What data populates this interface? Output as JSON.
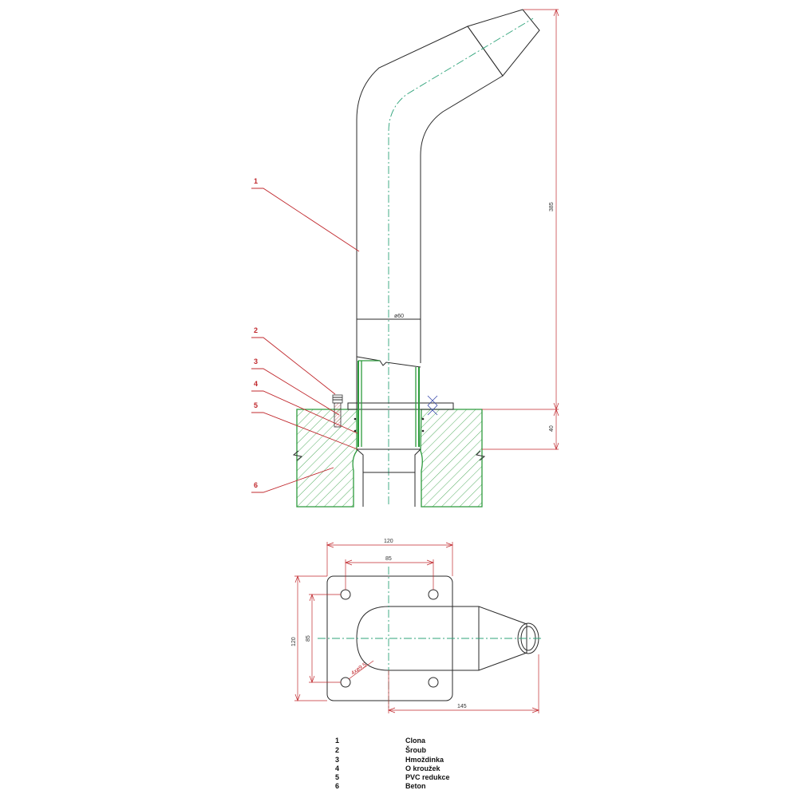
{
  "part_labels": [
    "1",
    "2",
    "3",
    "4",
    "5",
    "6"
  ],
  "dimensions": {
    "height_total": "385",
    "height_base": "40",
    "pipe_diameter": "ø60",
    "plate_width": "120",
    "hole_spacing_h": "85",
    "hole_spacing_v": "85",
    "plate_height": "120",
    "length": "145",
    "hole_diameter": "4xø9,5"
  },
  "legend": [
    {
      "num": "1",
      "name": "Clona"
    },
    {
      "num": "2",
      "name": "Šroub"
    },
    {
      "num": "3",
      "name": "Hmoždinka"
    },
    {
      "num": "4",
      "name": "O kroužek"
    },
    {
      "num": "5",
      "name": "PVC redukce"
    },
    {
      "num": "6",
      "name": "Beton"
    }
  ],
  "colors": {
    "outline": "#2a2a2a",
    "leader": "#c0282d",
    "hatch": "#2c9a3c",
    "centerline": "#2fa37a"
  }
}
